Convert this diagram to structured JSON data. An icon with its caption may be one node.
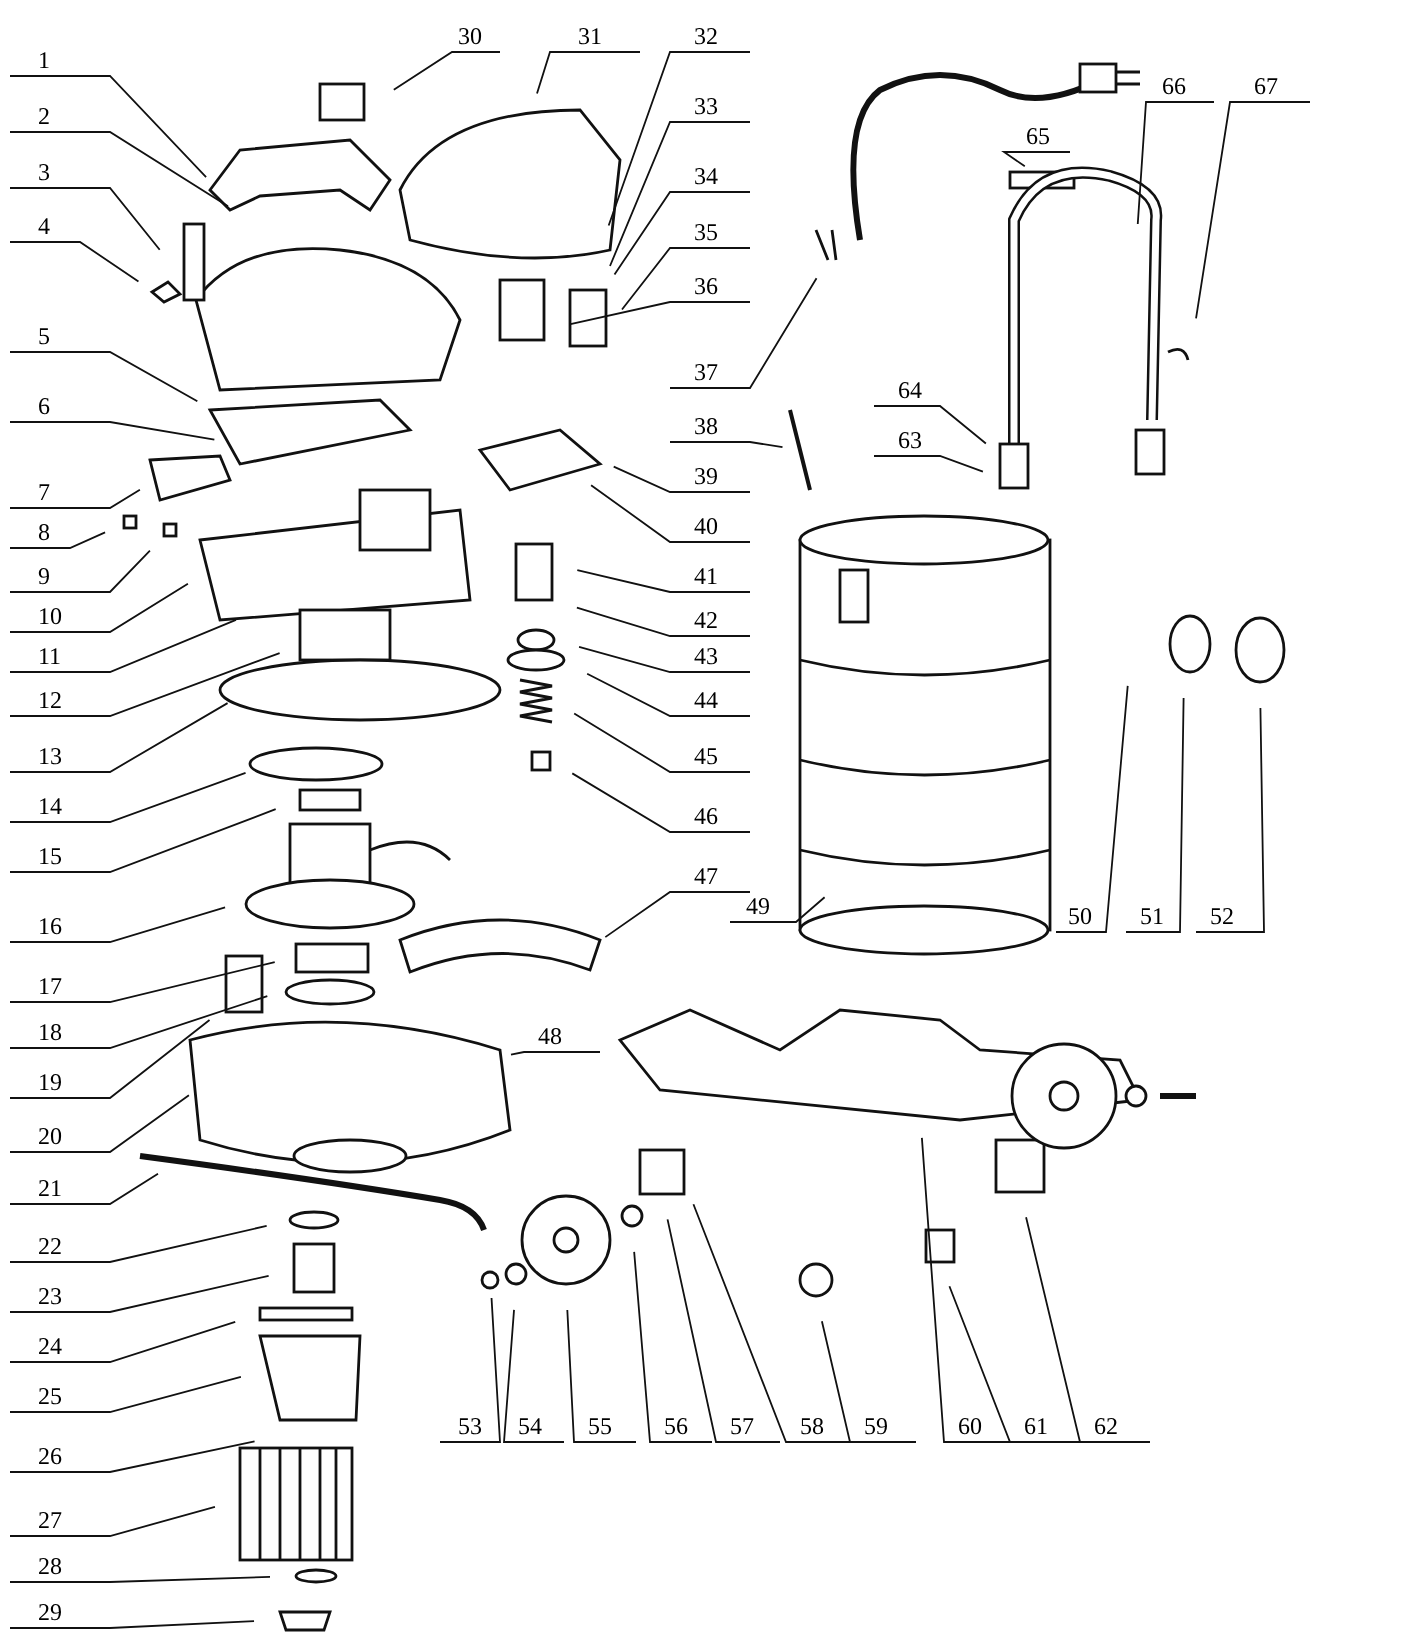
{
  "diagram": {
    "nodes": [
      {
        "text": [
          "1"
        ]
      },
      {
        "text": [
          "2"
        ]
      },
      {
        "text": [
          "3"
        ]
      },
      {
        "text": [
          "4"
        ]
      },
      {
        "text": [
          "5"
        ]
      },
      {
        "text": [
          "6"
        ]
      },
      {
        "text": [
          "7"
        ]
      },
      {
        "text": [
          "8"
        ]
      },
      {
        "text": [
          "9"
        ]
      },
      {
        "text": [
          "10"
        ]
      },
      {
        "text": [
          "11"
        ]
      },
      {
        "text": [
          "12"
        ]
      },
      {
        "text": [
          "13"
        ]
      },
      {
        "text": [
          "14"
        ]
      },
      {
        "text": [
          "15"
        ]
      },
      {
        "text": [
          "16"
        ]
      },
      {
        "text": [
          "17"
        ]
      },
      {
        "text": [
          "18"
        ]
      },
      {
        "text": [
          "19"
        ]
      },
      {
        "text": [
          "20"
        ]
      },
      {
        "text": [
          "21"
        ]
      },
      {
        "text": [
          "22"
        ]
      },
      {
        "text": [
          "23"
        ]
      },
      {
        "text": [
          "24"
        ]
      },
      {
        "text": [
          "25"
        ]
      },
      {
        "text": [
          "26"
        ]
      },
      {
        "text": [
          "27"
        ]
      },
      {
        "text": [
          "28"
        ]
      },
      {
        "text": [
          "29"
        ]
      },
      {
        "text": [
          "30"
        ]
      },
      {
        "text": [
          "31"
        ]
      },
      {
        "text": [
          "32"
        ]
      },
      {
        "text": [
          "33"
        ]
      },
      {
        "text": [
          "34"
        ]
      },
      {
        "text": [
          "35"
        ]
      },
      {
        "text": [
          "36"
        ]
      },
      {
        "text": [
          "37"
        ]
      },
      {
        "text": [
          "38"
        ]
      },
      {
        "text": [
          "39"
        ]
      },
      {
        "text": [
          "40"
        ]
      },
      {
        "text": [
          "41"
        ]
      },
      {
        "text": [
          "42"
        ]
      },
      {
        "text": [
          "43"
        ]
      },
      {
        "text": [
          "44"
        ]
      },
      {
        "text": [
          "45"
        ]
      },
      {
        "text": [
          "46"
        ]
      },
      {
        "text": [
          "47"
        ]
      },
      {
        "text": [
          "48"
        ]
      },
      {
        "text": [
          "49"
        ]
      },
      {
        "text": [
          "50"
        ]
      },
      {
        "text": [
          "51"
        ]
      },
      {
        "text": [
          "52"
        ]
      },
      {
        "text": [
          "53"
        ]
      },
      {
        "text": [
          "54"
        ]
      },
      {
        "text": [
          "55"
        ]
      },
      {
        "text": [
          "56"
        ]
      },
      {
        "text": [
          "57"
        ]
      },
      {
        "text": [
          "58"
        ]
      },
      {
        "text": [
          "59"
        ]
      },
      {
        "text": [
          "60"
        ]
      },
      {
        "text": [
          "61"
        ]
      },
      {
        "text": [
          "62"
        ]
      },
      {
        "text": [
          "63"
        ]
      },
      {
        "text": [
          "64"
        ]
      },
      {
        "text": [
          "65"
        ]
      },
      {
        "text": [
          "66"
        ]
      },
      {
        "text": [
          "67"
        ]
      }
    ],
    "edges": [
      {
        "from": 0,
        "to": null,
        "arrow": "none"
      },
      {
        "from": 1,
        "to": null,
        "arrow": "none"
      },
      {
        "from": 2,
        "to": null,
        "arrow": "none"
      },
      {
        "from": 3,
        "to": null,
        "arrow": "none"
      },
      {
        "from": 4,
        "to": null,
        "arrow": "none"
      },
      {
        "from": 5,
        "to": null,
        "arrow": "none"
      },
      {
        "from": 6,
        "to": null,
        "arrow": "none"
      },
      {
        "from": 7,
        "to": null,
        "arrow": "none"
      },
      {
        "from": 8,
        "to": null,
        "arrow": "none"
      },
      {
        "from": 9,
        "to": null,
        "arrow": "none"
      },
      {
        "from": 10,
        "to": null,
        "arrow": "none"
      },
      {
        "from": 11,
        "to": null,
        "arrow": "none"
      },
      {
        "from": 12,
        "to": null,
        "arrow": "none"
      },
      {
        "from": 13,
        "to": null,
        "arrow": "none"
      },
      {
        "from": 14,
        "to": null,
        "arrow": "none"
      },
      {
        "from": 15,
        "to": null,
        "arrow": "none"
      },
      {
        "from": 16,
        "to": null,
        "arrow": "none"
      },
      {
        "from": 17,
        "to": null,
        "arrow": "none"
      },
      {
        "from": 18,
        "to": null,
        "arrow": "none"
      },
      {
        "from": 19,
        "to": null,
        "arrow": "none"
      },
      {
        "from": 20,
        "to": null,
        "arrow": "none"
      },
      {
        "from": 21,
        "to": null,
        "arrow": "none"
      },
      {
        "from": 22,
        "to": null,
        "arrow": "none"
      },
      {
        "from": 23,
        "to": null,
        "arrow": "none"
      },
      {
        "from": 24,
        "to": null,
        "arrow": "none"
      },
      {
        "from": 25,
        "to": null,
        "arrow": "none"
      },
      {
        "from": 26,
        "to": null,
        "arrow": "none"
      },
      {
        "from": 27,
        "to": null,
        "arrow": "none"
      },
      {
        "from": 28,
        "to": null,
        "arrow": "none"
      },
      {
        "from": 29,
        "to": null,
        "arrow": "none"
      },
      {
        "from": 30,
        "to": null,
        "arrow": "none"
      },
      {
        "from": 31,
        "to": null,
        "arrow": "none"
      },
      {
        "from": 32,
        "to": null,
        "arrow": "none"
      },
      {
        "from": 33,
        "to": null,
        "arrow": "none"
      },
      {
        "from": 34,
        "to": null,
        "arrow": "none"
      },
      {
        "from": 35,
        "to": null,
        "arrow": "none"
      },
      {
        "from": 36,
        "to": null,
        "arrow": "none"
      },
      {
        "from": 37,
        "to": null,
        "arrow": "none"
      },
      {
        "from": 38,
        "to": null,
        "arrow": "none"
      },
      {
        "from": 39,
        "to": null,
        "arrow": "none"
      },
      {
        "from": 40,
        "to": null,
        "arrow": "none"
      },
      {
        "from": 41,
        "to": null,
        "arrow": "none"
      },
      {
        "from": 42,
        "to": null,
        "arrow": "none"
      },
      {
        "from": 43,
        "to": null,
        "arrow": "none"
      },
      {
        "from": 44,
        "to": null,
        "arrow": "none"
      },
      {
        "from": 45,
        "to": null,
        "arrow": "none"
      },
      {
        "from": 46,
        "to": null,
        "arrow": "none"
      },
      {
        "from": 47,
        "to": null,
        "arrow": "none"
      },
      {
        "from": 48,
        "to": null,
        "arrow": "none"
      },
      {
        "from": 49,
        "to": null,
        "arrow": "none"
      },
      {
        "from": 50,
        "to": null,
        "arrow": "none"
      },
      {
        "from": 51,
        "to": null,
        "arrow": "none"
      },
      {
        "from": 52,
        "to": null,
        "arrow": "none"
      },
      {
        "from": 53,
        "to": null,
        "arrow": "none"
      },
      {
        "from": 54,
        "to": null,
        "arrow": "none"
      },
      {
        "from": 55,
        "to": null,
        "arrow": "none"
      },
      {
        "from": 56,
        "to": null,
        "arrow": "none"
      },
      {
        "from": 57,
        "to": null,
        "arrow": "none"
      },
      {
        "from": 58,
        "to": null,
        "arrow": "none"
      },
      {
        "from": 59,
        "to": null,
        "arrow": "none"
      },
      {
        "from": 60,
        "to": null,
        "arrow": "none"
      },
      {
        "from": 61,
        "to": null,
        "arrow": "none"
      },
      {
        "from": 62,
        "to": null,
        "arrow": "none"
      },
      {
        "from": 63,
        "to": null,
        "arrow": "none"
      },
      {
        "from": 64,
        "to": null,
        "arrow": "none"
      },
      {
        "from": 65,
        "to": null,
        "arrow": "none"
      },
      {
        "from": 66,
        "to": null,
        "arrow": "none"
      }
    ]
  }
}
